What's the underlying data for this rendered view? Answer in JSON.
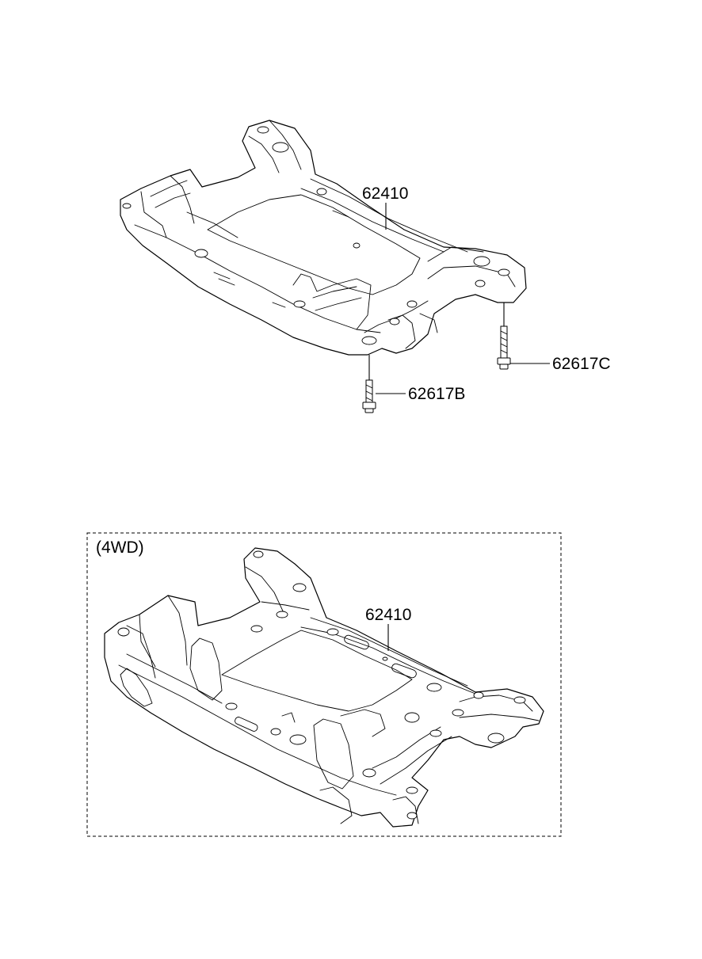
{
  "labels": {
    "top_frame_part": "62410",
    "bolt_right": "62617C",
    "bolt_front": "62617B",
    "variant_box_title": "(4WD)",
    "bottom_frame_part": "62410"
  }
}
